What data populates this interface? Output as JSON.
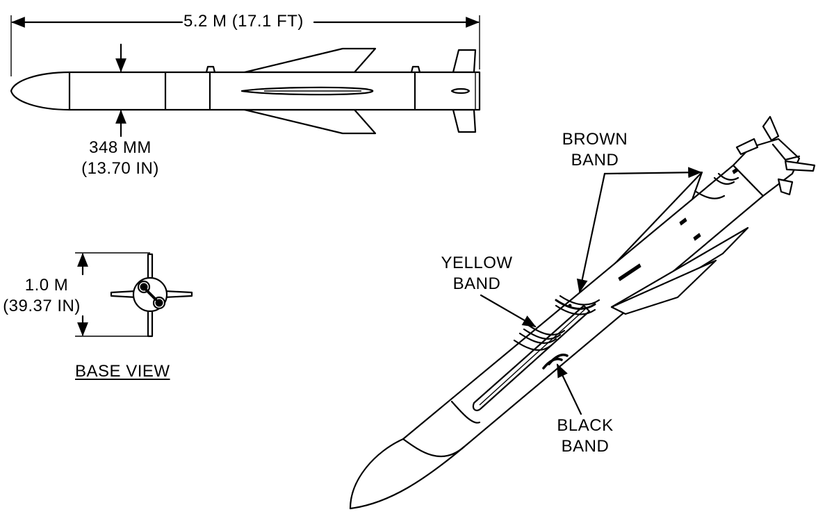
{
  "side_view": {
    "length_label": "5.2 M (17.1 FT)",
    "diameter_line1": "348 MM",
    "diameter_line2": "(13.70 IN)"
  },
  "base_view": {
    "span_line1": "1.0 M",
    "span_line2": "(39.37 IN)",
    "caption": "BASE VIEW"
  },
  "iso_view": {
    "brown_band_line1": "BROWN",
    "brown_band_line2": "BAND",
    "yellow_band_line1": "YELLOW",
    "yellow_band_line2": "BAND",
    "black_band_line1": "BLACK",
    "black_band_line2": "BAND"
  }
}
